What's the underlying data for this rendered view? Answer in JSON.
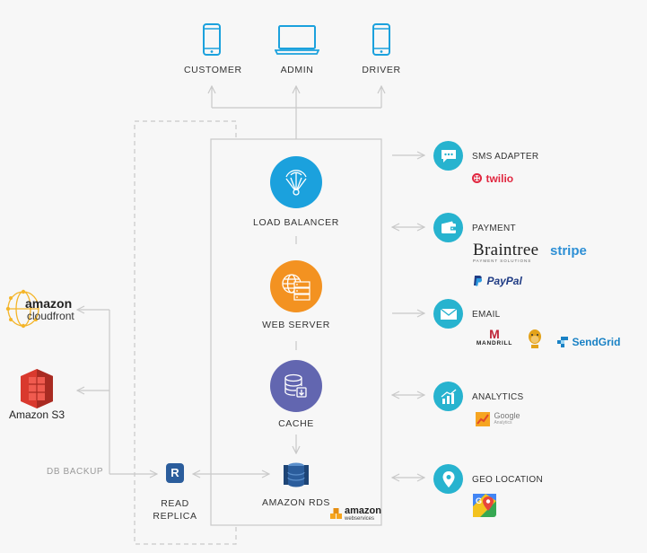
{
  "clients": [
    {
      "label": "CUSTOMER",
      "icon": "phone-icon"
    },
    {
      "label": "ADMIN",
      "icon": "laptop-icon"
    },
    {
      "label": "DRIVER",
      "icon": "phone-icon"
    }
  ],
  "core": {
    "load_balancer": "LOAD BALANCER",
    "web_server": "WEB SERVER",
    "cache": "CACHE",
    "amazon_rds": "AMAZON RDS",
    "read_replica_line1": "READ",
    "read_replica_line2": "REPLICA",
    "replica_letter": "R",
    "db_backup": "DB BACKUP",
    "aws_logo_line1": "amazon",
    "aws_logo_line2": "webservices"
  },
  "storage": {
    "cloudfront_line1": "amazon",
    "cloudfront_line2": "cloudfront",
    "s3": "Amazon S3"
  },
  "services": {
    "sms": {
      "label": "SMS ADAPTER",
      "providers": [
        "twilio"
      ]
    },
    "payment": {
      "label": "PAYMENT",
      "providers": [
        "Braintree",
        "PAYMENT SOLUTIONS",
        "stripe",
        "PayPal"
      ]
    },
    "email": {
      "label": "EMAIL",
      "providers": [
        "MANDRILL",
        "SendGrid"
      ]
    },
    "analytics": {
      "label": "ANALYTICS",
      "providers": [
        "Google",
        "Analytics"
      ]
    },
    "geo": {
      "label": "GEO LOCATION",
      "providers": []
    }
  },
  "colors": {
    "blue": "#1ba1dd",
    "orange": "#f39221",
    "purple": "#6266b0",
    "teal": "#27b3cf",
    "line": "#c9c9c9",
    "twilio": "#e1263f",
    "stripe": "#2d8fd5",
    "paypal_dark": "#1f3b84",
    "paypal_light": "#2b9ae0",
    "sendgrid": "#1a82c5",
    "aws_orange": "#f6a51f",
    "s3_red": "#d9392e",
    "rds_blue": "#2b5d9c",
    "cloudfront_yellow": "#f4b52a"
  }
}
